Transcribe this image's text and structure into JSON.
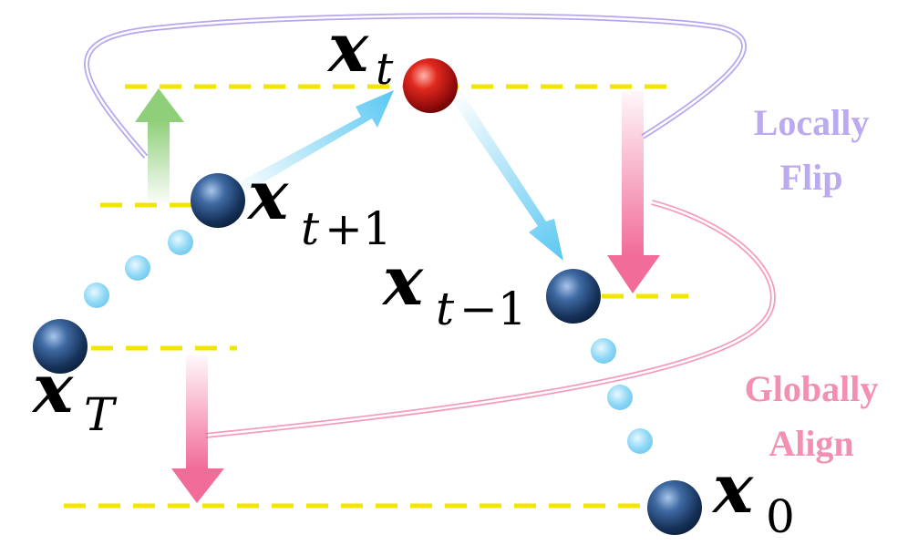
{
  "states": {
    "x_t": {
      "symbol": "x",
      "subscript": "t"
    },
    "x_t_plus_1": {
      "symbol": "x",
      "subscript_var": "t",
      "subscript_op": "+1"
    },
    "x_t_minus_1": {
      "symbol": "x",
      "subscript_var": "t",
      "subscript_op": "−1"
    },
    "x_T": {
      "symbol": "x",
      "subscript": "T"
    },
    "x_0": {
      "symbol": "x",
      "subscript": "0"
    }
  },
  "labels": {
    "locally_line1": "Locally",
    "locally_line2": "Flip",
    "globally_line1": "Globally",
    "globally_line2": "Align"
  },
  "colors": {
    "guide_dash": "#f2e600",
    "local_flip_arrow": "#8fcf7a",
    "global_align_arrow": "#f26c9a",
    "transition_arrow": "#5cc8f2",
    "locally_flip_text": "#bcaaf0",
    "globally_align_text": "#f28fb2",
    "current_node": "#c01414",
    "node": "#1d3f6e"
  }
}
